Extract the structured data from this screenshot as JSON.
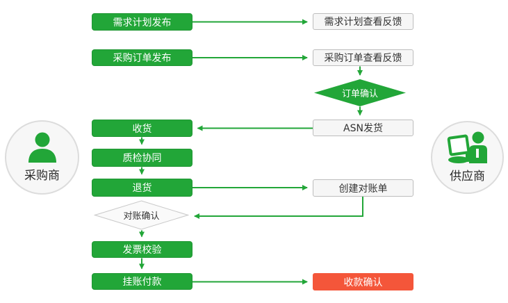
{
  "diagram": {
    "type": "flowchart",
    "colors": {
      "green": "#22A638",
      "green_dark": "#1E9632",
      "red": "#F4563A",
      "box_bg": "#F6F6F6",
      "box_border": "#BDBDBD"
    },
    "actors": {
      "buyer": {
        "label": "采购商",
        "icon": "user-silhouette-icon"
      },
      "supplier": {
        "label": "供应商",
        "icon": "user-with-laptop-icon"
      }
    },
    "nodes": {
      "demand_publish": {
        "label": "需求计划发布",
        "shape": "rect",
        "style": "green"
      },
      "demand_feedback": {
        "label": "需求计划查看反馈",
        "shape": "rect",
        "style": "plain"
      },
      "po_publish": {
        "label": "采购订单发布",
        "shape": "rect",
        "style": "green"
      },
      "po_feedback": {
        "label": "采购订单查看反馈",
        "shape": "rect",
        "style": "plain"
      },
      "order_confirm": {
        "label": "订单确认",
        "shape": "diamond",
        "style": "green"
      },
      "asn_ship": {
        "label": "ASN发货",
        "shape": "rect",
        "style": "plain"
      },
      "receive": {
        "label": "收货",
        "shape": "rect",
        "style": "green"
      },
      "quality_check": {
        "label": "质检协同",
        "shape": "rect",
        "style": "green"
      },
      "return_goods": {
        "label": "退货",
        "shape": "rect",
        "style": "green"
      },
      "create_statement": {
        "label": "创建对账单",
        "shape": "rect",
        "style": "plain"
      },
      "statement_confirm": {
        "label": "对账确认",
        "shape": "diamond",
        "style": "plain"
      },
      "invoice_check": {
        "label": "发票校验",
        "shape": "rect",
        "style": "green"
      },
      "account_payment": {
        "label": "挂账付款",
        "shape": "rect",
        "style": "green"
      },
      "receipt_confirm": {
        "label": "收款确认",
        "shape": "rect",
        "style": "red"
      }
    },
    "edges": [
      {
        "from": "demand_publish",
        "to": "demand_feedback"
      },
      {
        "from": "po_publish",
        "to": "po_feedback"
      },
      {
        "from": "po_feedback",
        "to": "order_confirm"
      },
      {
        "from": "order_confirm",
        "to": "asn_ship"
      },
      {
        "from": "asn_ship",
        "to": "receive"
      },
      {
        "from": "receive",
        "to": "quality_check"
      },
      {
        "from": "quality_check",
        "to": "return_goods"
      },
      {
        "from": "return_goods",
        "to": "create_statement"
      },
      {
        "from": "create_statement",
        "to": "statement_confirm"
      },
      {
        "from": "statement_confirm",
        "to": "invoice_check"
      },
      {
        "from": "invoice_check",
        "to": "account_payment"
      },
      {
        "from": "account_payment",
        "to": "receipt_confirm"
      }
    ]
  }
}
